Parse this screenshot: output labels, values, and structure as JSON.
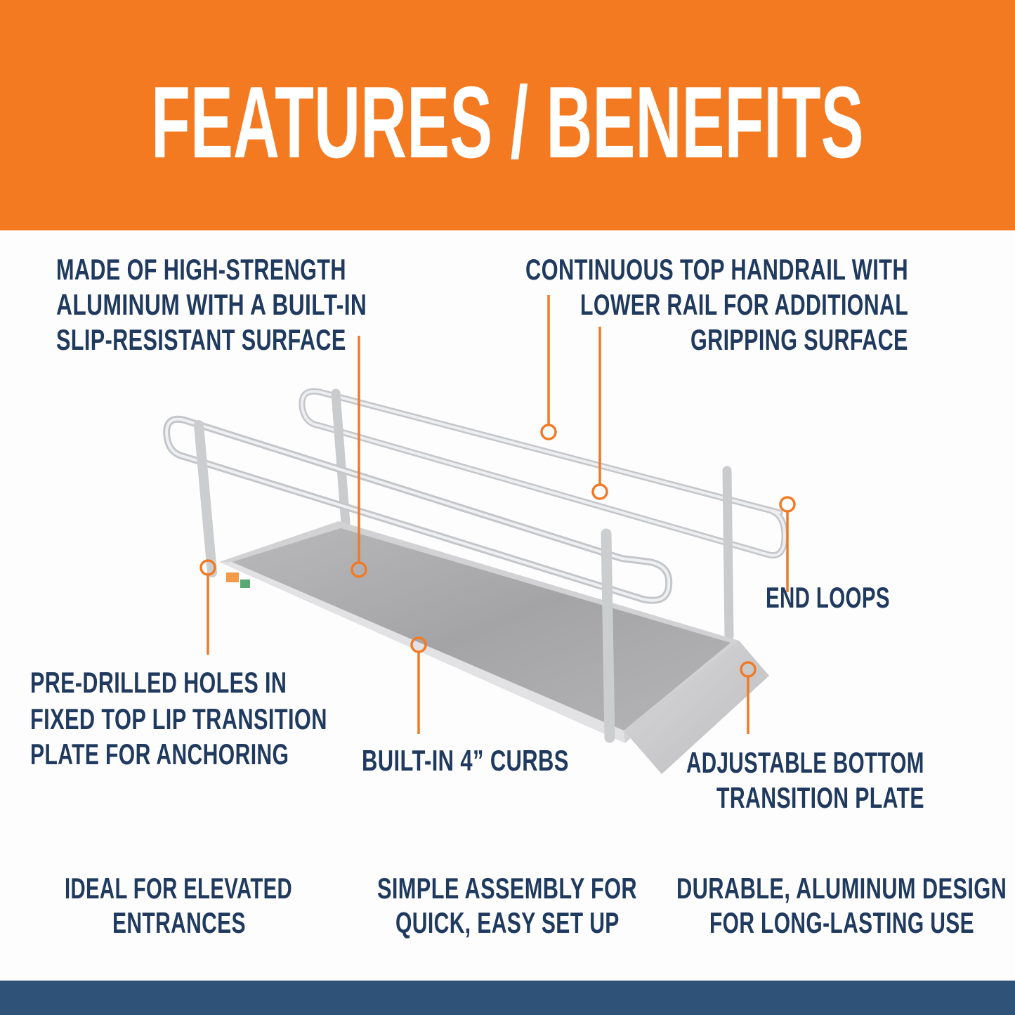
{
  "header": {
    "title": "FEATURES / BENEFITS"
  },
  "colors": {
    "banner": "#f47a22",
    "text": "#1f3a5e",
    "callout": "#f07a26",
    "footer_band": "#2f5279"
  },
  "callouts": {
    "material": [
      "MADE OF HIGH-STRENGTH",
      "ALUMINUM WITH A BUILT-IN",
      "SLIP-RESISTANT SURFACE"
    ],
    "handrail": [
      "CONTINUOUS TOP HANDRAIL WITH",
      "LOWER RAIL FOR ADDITIONAL",
      "GRIPPING SURFACE"
    ],
    "end_loops": "END LOOPS",
    "holes": [
      "PRE-DRILLED HOLES IN",
      "FIXED TOP LIP TRANSITION",
      "PLATE FOR ANCHORING"
    ],
    "curbs": "BUILT-IN 4” CURBS",
    "bottom_plate": [
      "ADJUSTABLE BOTTOM",
      "TRANSITION PLATE"
    ]
  },
  "benefits": [
    [
      "IDEAL FOR ELEVATED",
      "ENTRANCES"
    ],
    [
      "SIMPLE ASSEMBLY FOR",
      "QUICK, EASY SET UP"
    ],
    [
      "DURABLE, ALUMINUM DESIGN",
      "FOR LONG-LASTING USE"
    ]
  ],
  "product_image": "aluminum-ramp-with-handrails"
}
